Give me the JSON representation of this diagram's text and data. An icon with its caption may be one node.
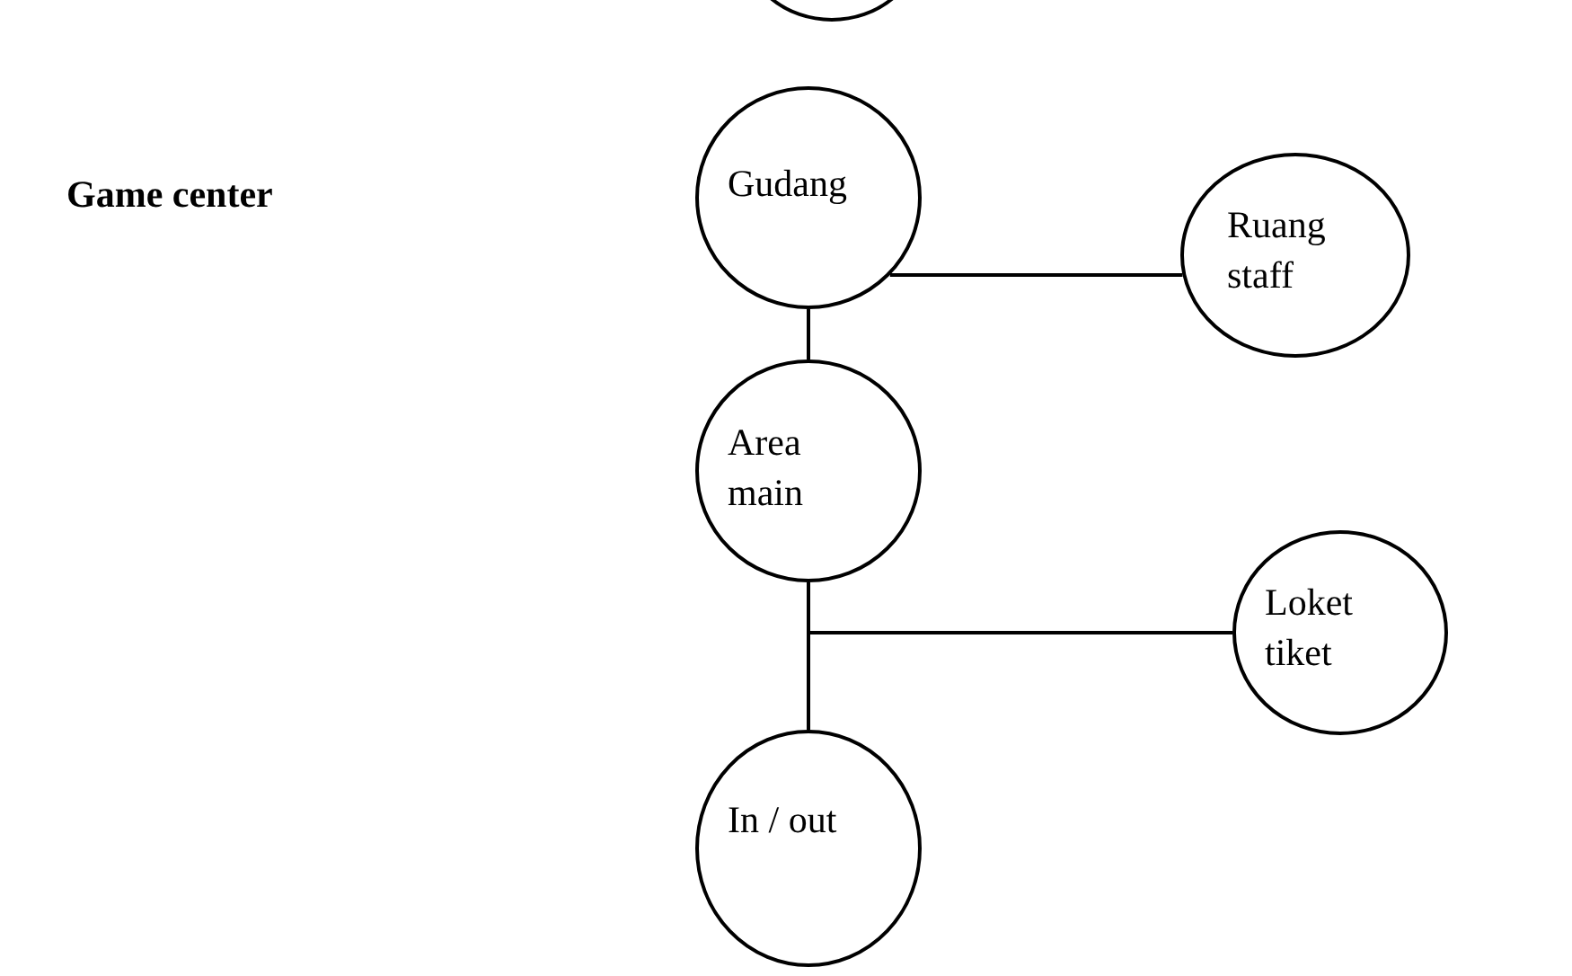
{
  "diagram": {
    "title": "Game center",
    "nodes": [
      {
        "text": [],
        "shape": "circle"
      },
      {
        "text": [
          "Gudang"
        ]
      },
      {
        "text": [
          "Ruang staff"
        ]
      },
      {
        "text": [
          "Area main"
        ]
      },
      {
        "text": [
          "Loket tiket"
        ]
      },
      {
        "text": [
          "In / out"
        ]
      }
    ],
    "edges": [
      {
        "from": 1,
        "to": 2,
        "arrow": "none"
      },
      {
        "from": 1,
        "to": 3,
        "arrow": "none"
      },
      {
        "from": 3,
        "to": 4,
        "arrow": "none"
      },
      {
        "from": 3,
        "to": 5,
        "arrow": "none"
      }
    ]
  }
}
